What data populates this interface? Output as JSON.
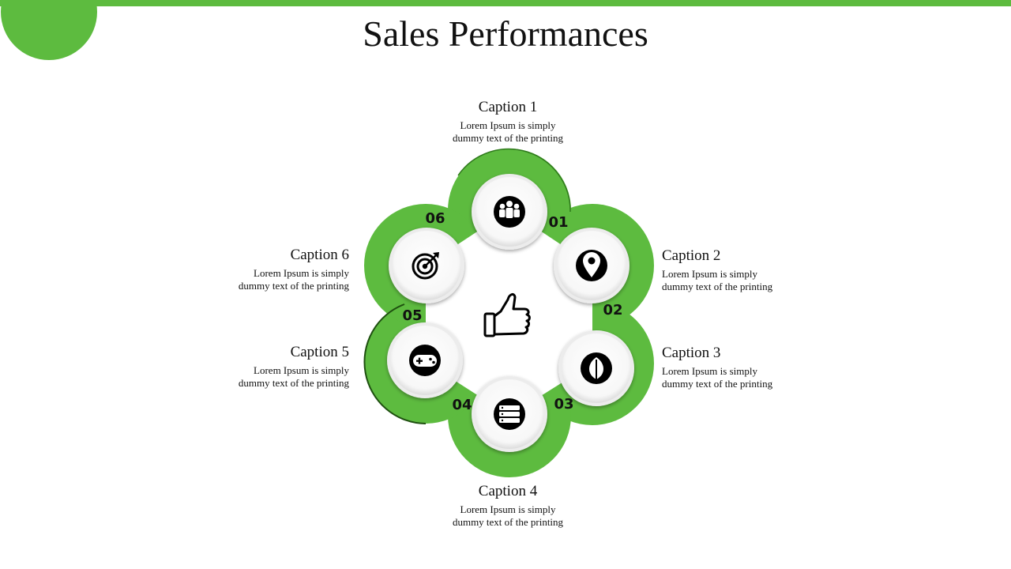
{
  "title": "Sales Performances",
  "colors": {
    "accent": "#5dbb3f",
    "icon": "#000000"
  },
  "center_icon": "thumbs-up-icon",
  "steps": [
    {
      "number": "01",
      "caption": "Caption 1",
      "text": "Lorem Ipsum is simply dummy text of the printing",
      "icon": "group-icon"
    },
    {
      "number": "02",
      "caption": "Caption 2",
      "text": "Lorem Ipsum is simply dummy text of the printing",
      "icon": "location-pin-icon"
    },
    {
      "number": "03",
      "caption": "Caption 3",
      "text": "Lorem Ipsum is simply dummy text of the printing",
      "icon": "leaf-icon"
    },
    {
      "number": "04",
      "caption": "Caption 4",
      "text": "Lorem Ipsum is simply dummy text of the printing",
      "icon": "server-icon"
    },
    {
      "number": "05",
      "caption": "Caption 5",
      "text": "Lorem Ipsum is simply dummy text of the printing",
      "icon": "gamepad-icon"
    },
    {
      "number": "06",
      "caption": "Caption 6",
      "text": "Lorem Ipsum is simply dummy text of the printing",
      "icon": "target-icon"
    }
  ]
}
